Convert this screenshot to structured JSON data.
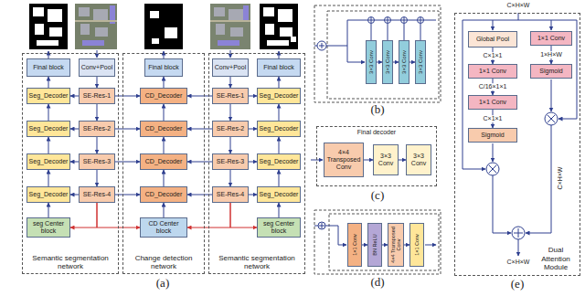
{
  "diagram": {
    "nodes": [
      {
        "text": [
          "Semantic segmentation network"
        ]
      },
      {
        "text": [
          "Final block"
        ],
        "in": 0
      },
      {
        "text": [
          "Conv+Pool"
        ],
        "in": 0
      },
      {
        "text": [
          "Seg_Decoder"
        ],
        "in": 0
      },
      {
        "text": [
          "SE-Res-1"
        ],
        "in": 0
      },
      {
        "text": [
          "Seg_Decoder"
        ],
        "in": 0
      },
      {
        "text": [
          "SE-Res-2"
        ],
        "in": 0
      },
      {
        "text": [
          "Seg_Decoder"
        ],
        "in": 0
      },
      {
        "text": [
          "SE-Res-3"
        ],
        "in": 0
      },
      {
        "text": [
          "Seg_Decoder"
        ],
        "in": 0
      },
      {
        "text": [
          "SE-Res-4"
        ],
        "in": 0
      },
      {
        "text": [
          "seg Center block"
        ],
        "in": 0
      },
      {
        "text": [
          "Change detection network"
        ]
      },
      {
        "text": [
          "Final block"
        ],
        "in": 12
      },
      {
        "text": [
          "CD_Decoder"
        ],
        "in": 12
      },
      {
        "text": [
          "CD_Decoder"
        ],
        "in": 12
      },
      {
        "text": [
          "CD_Decoder"
        ],
        "in": 12
      },
      {
        "text": [
          "CD_Decoder"
        ],
        "in": 12
      },
      {
        "text": [
          "CD Center block"
        ],
        "in": 12
      },
      {
        "text": [
          "Semantic segmentation network"
        ]
      },
      {
        "text": [
          "Conv+Pool"
        ],
        "in": 19
      },
      {
        "text": [
          "Final block"
        ],
        "in": 19
      },
      {
        "text": [
          "SE-Res-1"
        ],
        "in": 19
      },
      {
        "text": [
          "Seg_Decoder"
        ],
        "in": 19
      },
      {
        "text": [
          "SE-Res-2"
        ],
        "in": 19
      },
      {
        "text": [
          "Seg_Decoder"
        ],
        "in": 19
      },
      {
        "text": [
          "SE-Res-3"
        ],
        "in": 19
      },
      {
        "text": [
          "Seg_Decoder"
        ],
        "in": 19
      },
      {
        "text": [
          "SE-Res-4"
        ],
        "in": 19
      },
      {
        "text": [
          "Seg_Decoder"
        ],
        "in": 19
      },
      {
        "text": [
          "seg Center block"
        ],
        "in": 19
      },
      {
        "text": [
          "3×3 Conv"
        ]
      },
      {
        "text": [
          "3×3 Conv"
        ]
      },
      {
        "text": [
          "3×3 Conv"
        ]
      },
      {
        "text": [
          "3×3 Conv"
        ]
      },
      {
        "text": [
          "Final decoder"
        ]
      },
      {
        "text": [
          "4×4 Transposed Conv"
        ],
        "in": 35
      },
      {
        "text": [
          "3×3 Conv"
        ],
        "in": 35
      },
      {
        "text": [
          "3×3 Conv"
        ],
        "in": 35
      },
      {
        "text": [
          "1×1 Conv"
        ]
      },
      {
        "text": [
          "BN ReLU"
        ]
      },
      {
        "text": [
          "4×4 Transposed Conv"
        ]
      },
      {
        "text": [
          "1×1 Conv"
        ]
      },
      {
        "text": [
          "Dual Attention Module"
        ]
      },
      {
        "text": [
          "Global Pool"
        ],
        "in": 43
      },
      {
        "text": [
          "1×1 Conv"
        ],
        "in": 43
      },
      {
        "text": [
          "1×1 Conv"
        ],
        "in": 43
      },
      {
        "text": [
          "Sigmoid"
        ],
        "in": 43
      },
      {
        "text": [
          "1×1 Conv"
        ],
        "in": 43
      },
      {
        "text": [
          "Sigmoid"
        ],
        "in": 43
      }
    ],
    "edges": [
      {
        "from": 2,
        "to": 4,
        "arrow": "to"
      },
      {
        "from": 4,
        "to": 6,
        "arrow": "to"
      },
      {
        "from": 6,
        "to": 8,
        "arrow": "to"
      },
      {
        "from": 8,
        "to": 10,
        "arrow": "to"
      },
      {
        "from": 10,
        "to": 11,
        "arrow": "to"
      },
      {
        "from": 10,
        "to": 18,
        "arrow": "to"
      },
      {
        "from": 11,
        "to": 9,
        "arrow": "to"
      },
      {
        "from": 9,
        "to": 7,
        "arrow": "to"
      },
      {
        "from": 7,
        "to": 5,
        "arrow": "to"
      },
      {
        "from": 5,
        "to": 3,
        "arrow": "to"
      },
      {
        "from": 3,
        "to": 1,
        "arrow": "to"
      },
      {
        "from": 4,
        "to": 3,
        "arrow": "to"
      },
      {
        "from": 6,
        "to": 5,
        "arrow": "to"
      },
      {
        "from": 8,
        "to": 7,
        "arrow": "to"
      },
      {
        "from": 10,
        "to": 9,
        "arrow": "to"
      },
      {
        "from": 4,
        "to": 14,
        "arrow": "to"
      },
      {
        "from": 6,
        "to": 15,
        "arrow": "to"
      },
      {
        "from": 8,
        "to": 16,
        "arrow": "to"
      },
      {
        "from": 10,
        "to": 17,
        "arrow": "to"
      },
      {
        "from": 18,
        "to": 17,
        "arrow": "to"
      },
      {
        "from": 17,
        "to": 16,
        "arrow": "to"
      },
      {
        "from": 16,
        "to": 15,
        "arrow": "to"
      },
      {
        "from": 15,
        "to": 14,
        "arrow": "to"
      },
      {
        "from": 14,
        "to": 13,
        "arrow": "to"
      },
      {
        "from": 20,
        "to": 22,
        "arrow": "to"
      },
      {
        "from": 22,
        "to": 24,
        "arrow": "to"
      },
      {
        "from": 24,
        "to": 26,
        "arrow": "to"
      },
      {
        "from": 26,
        "to": 28,
        "arrow": "to"
      },
      {
        "from": 28,
        "to": 30,
        "arrow": "to"
      },
      {
        "from": 28,
        "to": 18,
        "arrow": "to"
      },
      {
        "from": 30,
        "to": 29,
        "arrow": "to"
      },
      {
        "from": 29,
        "to": 27,
        "arrow": "to"
      },
      {
        "from": 27,
        "to": 25,
        "arrow": "to"
      },
      {
        "from": 25,
        "to": 23,
        "arrow": "to"
      },
      {
        "from": 23,
        "to": 21,
        "arrow": "to"
      },
      {
        "from": 22,
        "to": 23,
        "arrow": "to"
      },
      {
        "from": 24,
        "to": 25,
        "arrow": "to"
      },
      {
        "from": 26,
        "to": 27,
        "arrow": "to"
      },
      {
        "from": 28,
        "to": 29,
        "arrow": "to"
      },
      {
        "from": 22,
        "to": 14,
        "arrow": "to"
      },
      {
        "from": 24,
        "to": 15,
        "arrow": "to"
      },
      {
        "from": 26,
        "to": 16,
        "arrow": "to"
      },
      {
        "from": 28,
        "to": 17,
        "arrow": "to"
      },
      {
        "from": 31,
        "to": 32,
        "arrow": "to"
      },
      {
        "from": 32,
        "to": 33,
        "arrow": "to"
      },
      {
        "from": 33,
        "to": 34,
        "arrow": "to"
      },
      {
        "from": 36,
        "to": 37,
        "arrow": "to"
      },
      {
        "from": 37,
        "to": 38,
        "arrow": "to"
      },
      {
        "from": 39,
        "to": 40,
        "arrow": "to"
      },
      {
        "from": 40,
        "to": 41,
        "arrow": "to"
      },
      {
        "from": 41,
        "to": 42,
        "arrow": "to"
      },
      {
        "from": 44,
        "to": 45,
        "label": "C×1×1",
        "arrow": "to"
      },
      {
        "from": 45,
        "to": 46,
        "label": "C/16×1×1",
        "arrow": "to"
      },
      {
        "from": 46,
        "to": 47,
        "label": "C×1×1",
        "arrow": "to"
      },
      {
        "from": 48,
        "to": 49,
        "label": "1×H×W",
        "arrow": "to"
      }
    ],
    "labels": [
      "(a)",
      "(b)",
      "(c)",
      "(d)",
      "(e)",
      "C×H×W",
      "C×H×W",
      "C×H×W"
    ]
  }
}
